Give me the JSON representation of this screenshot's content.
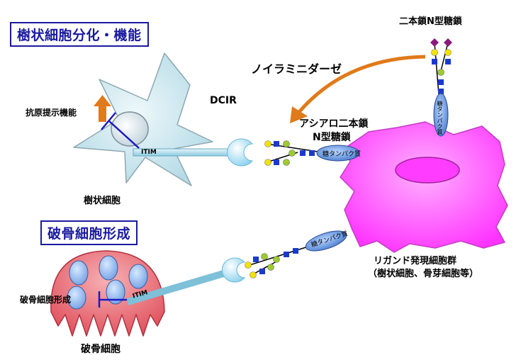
{
  "titles": {
    "dc_function": "樹状細胞分化・機能",
    "oc_formation": "破骨細胞形成"
  },
  "labels": {
    "antigen": "抗原提示機能",
    "dendritic_cell": "樹状細胞",
    "dcir": "DCIR",
    "neuraminidase": "ノイラミニダーゼ",
    "biantennary": "二本鎖N型糖鎖",
    "asialo_line1": "アシアロ二本鎖",
    "asialo_line2": "N型糖鎖",
    "itim": "ITIM",
    "glycoprotein": "糖タンパク質",
    "ligand_line1": "リガンド発現細胞群",
    "ligand_line2": "（樹状細胞、骨芽細胞等）",
    "osteoclast_formation": "破骨細胞形成",
    "osteoclast": "破骨細胞"
  },
  "colors": {
    "dc_cell": "#c9e6ee",
    "osteoclast": "#e8606a",
    "ligand_cell": "#ff44ff",
    "receptor": "#a8dff2",
    "arrow_orange": "#e07a1a",
    "inhibit_blue": "#1a1ac8",
    "glycoprotein": "#5a8ad8",
    "sugar_square": "#1a3acc",
    "sugar_yellow": "#f4e200",
    "sugar_green": "#9ccc2c",
    "sugar_diamond": "#8a1a7a"
  }
}
